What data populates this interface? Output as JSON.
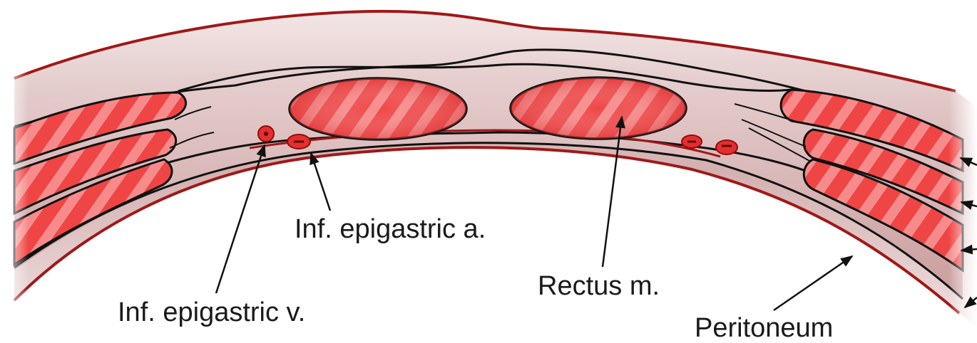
{
  "labels": {
    "inf_epigastric_a": "Inf. epigastric a.",
    "rectus_m": "Rectus m.",
    "inf_epigastric_v": "Inf. epigastric v.",
    "peritoneum": "Peritoneum"
  },
  "colors": {
    "skin_line": "#a01818",
    "outline": "#111111",
    "tissue": "#d7b9b9",
    "muscle": "#ea3a3a",
    "muscle_light": "#f7a4a4",
    "vessel": "#c01010"
  },
  "icons": {
    "pointer_arrows": "arrow-icon"
  }
}
